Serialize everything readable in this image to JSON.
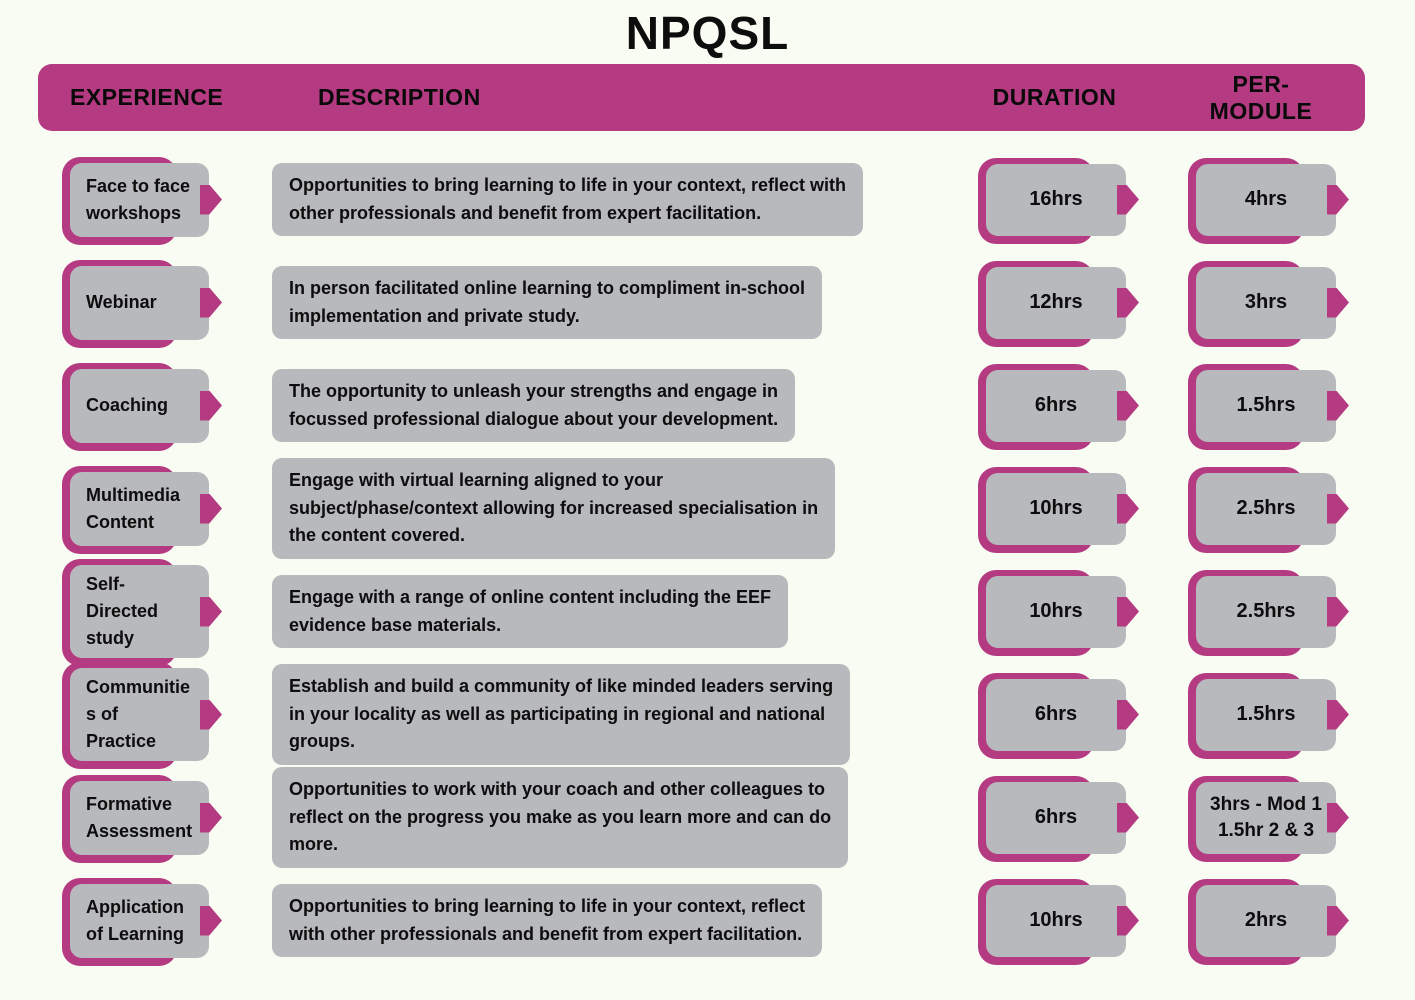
{
  "title": "NPQSL",
  "colors": {
    "accent": "#b43a82",
    "cell_gray": "#b7b9bc",
    "background": "#f9fcf2",
    "text": "#0d0d0d"
  },
  "header": {
    "columns": [
      "EXPERIENCE",
      "DESCRIPTION",
      "DURATION",
      "PER-MODULE"
    ]
  },
  "rows": [
    {
      "experience": "Face to face\nworkshops",
      "description": "Opportunities to bring learning to life in your context, reflect with\nother professionals and benefit from expert facilitation.",
      "duration": "16hrs",
      "per_module": "4hrs"
    },
    {
      "experience": "Webinar",
      "description": "In person facilitated online learning to compliment in-school\nimplementation and private study.",
      "duration": "12hrs",
      "per_module": "3hrs"
    },
    {
      "experience": "Coaching",
      "description": "The opportunity to unleash your strengths and engage in\nfocussed professional dialogue about your development.",
      "duration": "6hrs",
      "per_module": "1.5hrs"
    },
    {
      "experience": "Multimedia\nContent",
      "description": "Engage with virtual learning aligned to your\nsubject/phase/context allowing for increased specialisation in\nthe content covered.",
      "duration": "10hrs",
      "per_module": "2.5hrs"
    },
    {
      "experience": "Self-\nDirected\nstudy",
      "description": "Engage with a range of online content including the EEF\nevidence base materials.",
      "duration": "10hrs",
      "per_module": "2.5hrs"
    },
    {
      "experience": "Communitie\ns of\nPractice",
      "description": "Establish and build a community of like minded leaders serving\nin your locality as well as participating in regional and national\ngroups.",
      "duration": "6hrs",
      "per_module": "1.5hrs"
    },
    {
      "experience": "Formative\nAssessment",
      "description": "Opportunities to work with your coach and other colleagues to\nreflect on the progress you make as you learn more and can do\nmore.",
      "duration": "6hrs",
      "per_module": "3hrs - Mod 1\n1.5hr 2 & 3"
    },
    {
      "experience": "Application\nof Learning",
      "description": "Opportunities to bring learning to life in your context, reflect\nwith other professionals and benefit from expert facilitation.",
      "duration": "10hrs",
      "per_module": "2hrs"
    }
  ]
}
